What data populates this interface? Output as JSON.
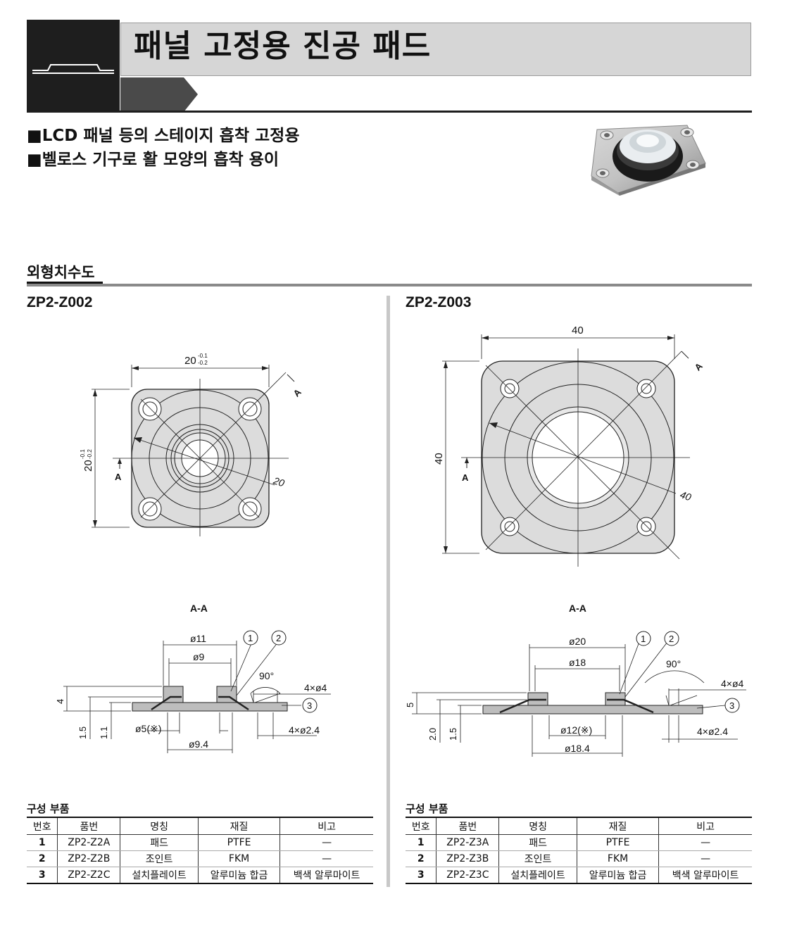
{
  "header": {
    "title": "패널 고정용 진공 패드"
  },
  "features": [
    "■LCD 패널 등의 스테이지 흡착 고정용",
    "■벨로스 기구로 활 모양의 흡착 용이"
  ],
  "section": {
    "title": "외형치수도"
  },
  "left": {
    "model": "ZP2-Z002",
    "top": {
      "width": "20",
      "width_tol_upper": "-0.1",
      "width_tol_lower": "-0.2",
      "height": "20",
      "height_tol_upper": "-0.1",
      "height_tol_lower": "-0.2",
      "section_mark": "A",
      "diag": "20"
    },
    "section_label": "A-A",
    "sect": {
      "d_outer": "ø11",
      "d_inner": "ø9",
      "d_bottom": "ø9.4",
      "d_hole": "ø5(※)",
      "h_total": "4",
      "h_a": "1.5",
      "h_b": "1.1",
      "angle": "90°",
      "holes_top": "4×ø4",
      "holes_bot": "4×ø2.4",
      "call1": "1",
      "call2": "2",
      "call3": "3"
    },
    "parts_title": "구성 부품",
    "table": {
      "headers": [
        "번호",
        "품번",
        "명칭",
        "재질",
        "비고"
      ],
      "rows": [
        [
          "1",
          "ZP2-Z2A",
          "패드",
          "PTFE",
          "—"
        ],
        [
          "2",
          "ZP2-Z2B",
          "조인트",
          "FKM",
          "—"
        ],
        [
          "3",
          "ZP2-Z2C",
          "설치플레이트",
          "알루미늄 합금",
          "백색 알루마이트"
        ]
      ]
    }
  },
  "right": {
    "model": "ZP2-Z003",
    "top": {
      "width": "40",
      "height": "40",
      "section_mark": "A",
      "diag": "40"
    },
    "section_label": "A-A",
    "sect": {
      "d_outer": "ø20",
      "d_inner": "ø18",
      "d_bottom": "ø18.4",
      "d_hole": "ø12(※)",
      "h_total": "5",
      "h_a": "2.0",
      "h_b": "1.5",
      "angle": "90°",
      "holes_top": "4×ø4",
      "holes_bot": "4×ø2.4",
      "call1": "1",
      "call2": "2",
      "call3": "3"
    },
    "parts_title": "구성 부품",
    "table": {
      "headers": [
        "번호",
        "품번",
        "명칭",
        "재질",
        "비고"
      ],
      "rows": [
        [
          "1",
          "ZP2-Z3A",
          "패드",
          "PTFE",
          "—"
        ],
        [
          "2",
          "ZP2-Z3B",
          "조인트",
          "FKM",
          "—"
        ],
        [
          "3",
          "ZP2-Z3C",
          "설치플레이트",
          "알루미늄 합금",
          "백색 알루마이트"
        ]
      ]
    }
  }
}
